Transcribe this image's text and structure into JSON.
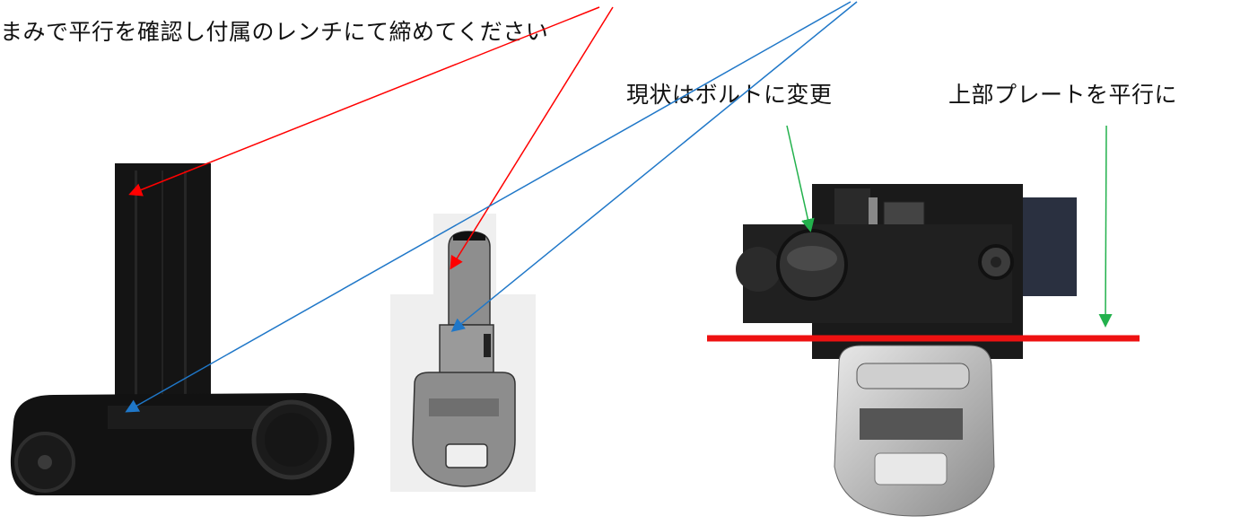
{
  "annotations": {
    "caption": "まみで平行を確認し付属のレンチにて締めてください",
    "bolt_note": "現状はボルトに変更",
    "plate_note": "上部プレートを平行に"
  },
  "colors": {
    "red_arrow": "#ff0000",
    "blue_arrow": "#1f77c8",
    "green_arrow": "#22b14c",
    "parallel_line": "#ee1111"
  }
}
